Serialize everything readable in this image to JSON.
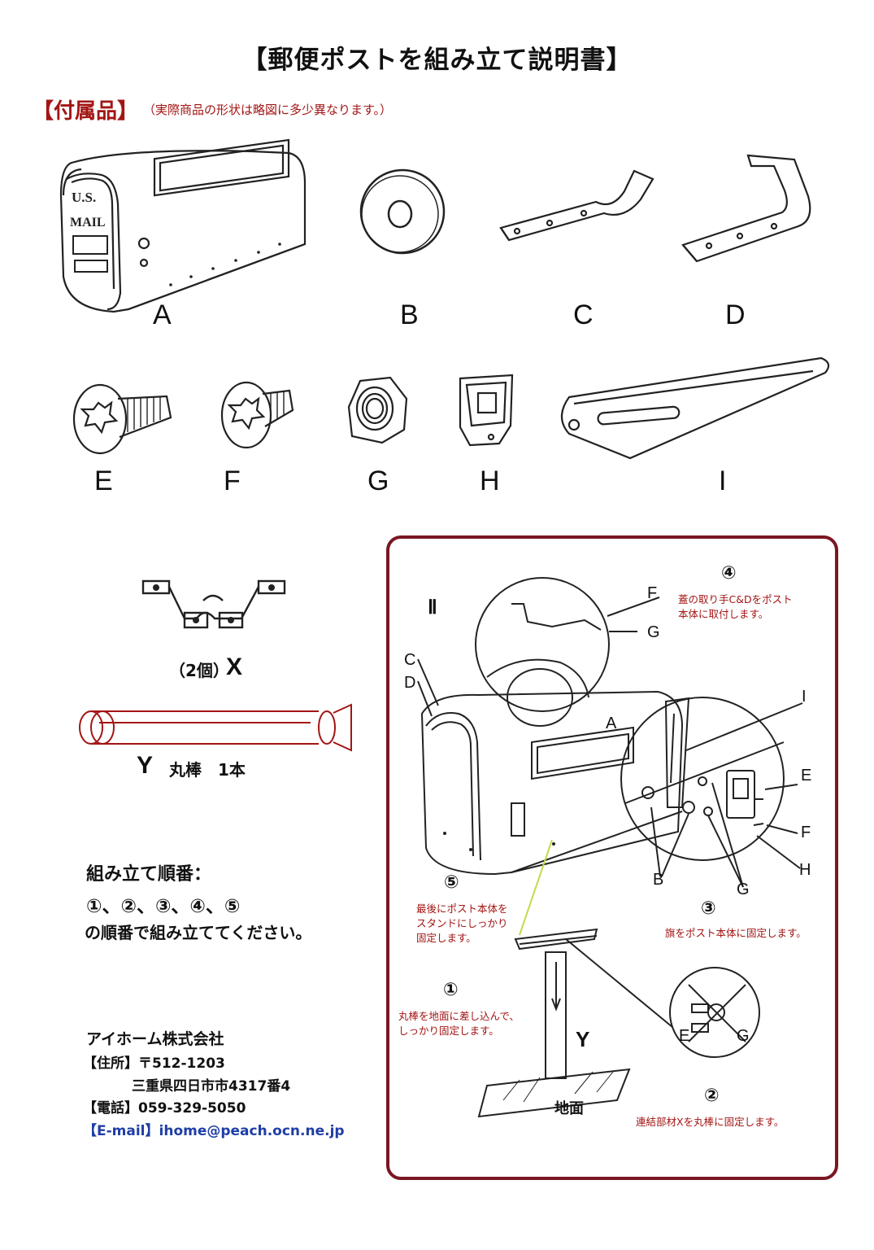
{
  "title": "【郵便ポストを組み立て説明書】",
  "accessories": {
    "heading": "【付属品】",
    "note": "（実際商品の形状は略図に多少異なります。）"
  },
  "parts": {
    "A": "A",
    "B": "B",
    "C": "C",
    "D": "D",
    "E": "E",
    "F": "F",
    "G": "G",
    "H": "H",
    "I": "I"
  },
  "mailbox_text": {
    "line1": "U.S.",
    "line2": "MAIL"
  },
  "part_x": {
    "count": "（2個）",
    "letter": "X"
  },
  "part_y": {
    "letter": "Y",
    "text": "丸棒　1本"
  },
  "assembly_order": {
    "title": "組み立て順番：",
    "sequence": "①、②、③、④、⑤",
    "description": "の順番で組み立ててください。"
  },
  "company": {
    "name": "アイホーム株式会社",
    "address_label": "【住所】〒512-1203",
    "address": "三重県四日市市4317番4",
    "phone": "【電話】059-329-5050",
    "email": "【E-mail】ihome@peach.ocn.ne.jp"
  },
  "diagram": {
    "section": "Ⅱ",
    "steps": {
      "s1": {
        "num": "①",
        "text_l1": "丸棒を地面に差し込んで、",
        "text_l2": "しっかり固定します。"
      },
      "s2": {
        "num": "②",
        "text": "連結部材Xを丸棒に固定します。"
      },
      "s3": {
        "num": "③",
        "text": "旗をポスト本体に固定します。"
      },
      "s4": {
        "num": "④",
        "text_l1": "蓋の取り手C&Dをポスト",
        "text_l2": "本体に取付します。"
      },
      "s5": {
        "num": "⑤",
        "text_l1": "最後にポスト本体を",
        "text_l2": "スタンドにしっかり",
        "text_l3": "固定します。"
      }
    },
    "labels": {
      "A": "A",
      "B": "B",
      "C": "C",
      "D": "D",
      "E": "E",
      "E2": "E",
      "F": "F",
      "F2": "F",
      "G": "G",
      "G2": "G",
      "G3": "G",
      "H": "H",
      "I": "I",
      "Y": "Y"
    },
    "ground": "地面"
  }
}
